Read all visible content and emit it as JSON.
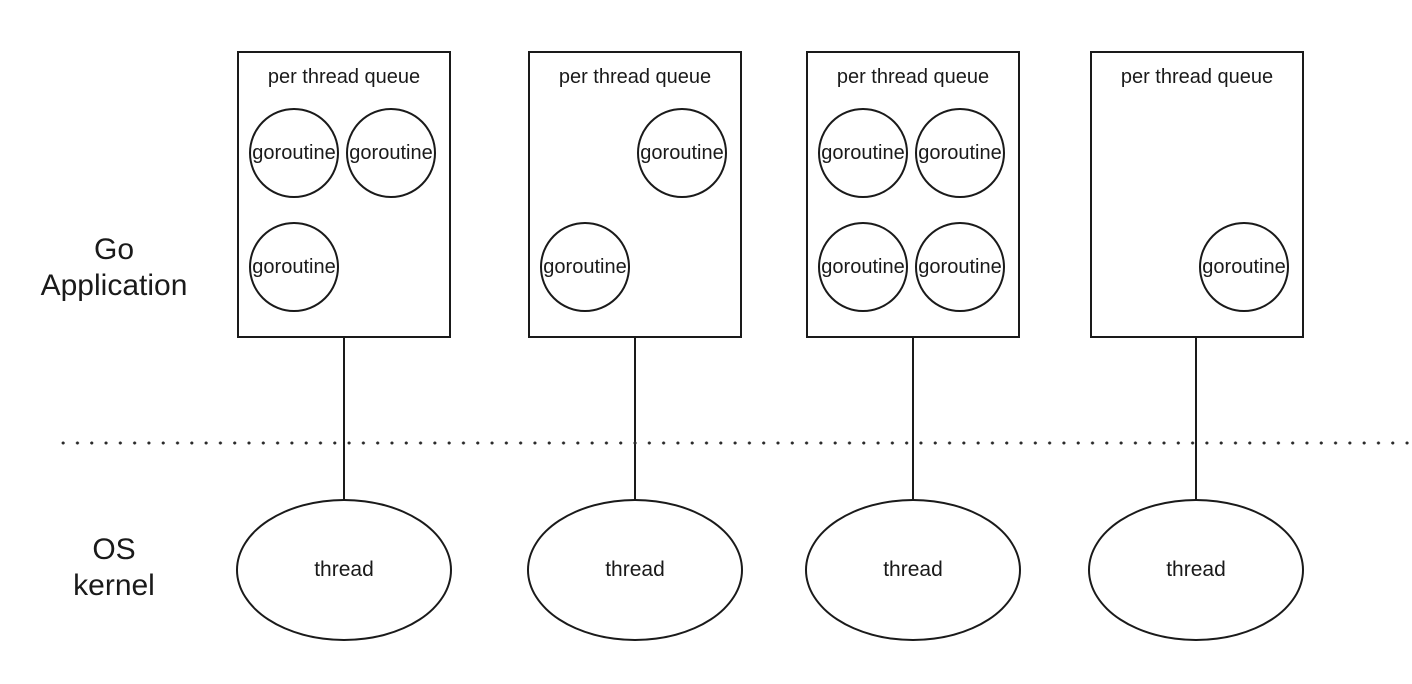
{
  "region_labels": {
    "go_application": {
      "line1": "Go",
      "line2": "Application"
    },
    "os_kernel": {
      "line1": "OS",
      "line2": "kernel"
    }
  },
  "queues": [
    {
      "title": "per thread queue",
      "goroutines": [
        {
          "label": "goroutine"
        },
        {
          "label": "goroutine"
        },
        {
          "label": "goroutine"
        }
      ],
      "thread_label": "thread"
    },
    {
      "title": "per thread queue",
      "goroutines": [
        {
          "label": "goroutine"
        },
        {
          "label": "goroutine"
        }
      ],
      "thread_label": "thread"
    },
    {
      "title": "per thread queue",
      "goroutines": [
        {
          "label": "goroutine"
        },
        {
          "label": "goroutine"
        },
        {
          "label": "goroutine"
        },
        {
          "label": "goroutine"
        }
      ],
      "thread_label": "thread"
    },
    {
      "title": "per thread queue",
      "goroutines": [
        {
          "label": "goroutine"
        }
      ],
      "thread_label": "thread"
    }
  ],
  "colors": {
    "stroke": "#1a1a1a",
    "background": "#ffffff"
  }
}
